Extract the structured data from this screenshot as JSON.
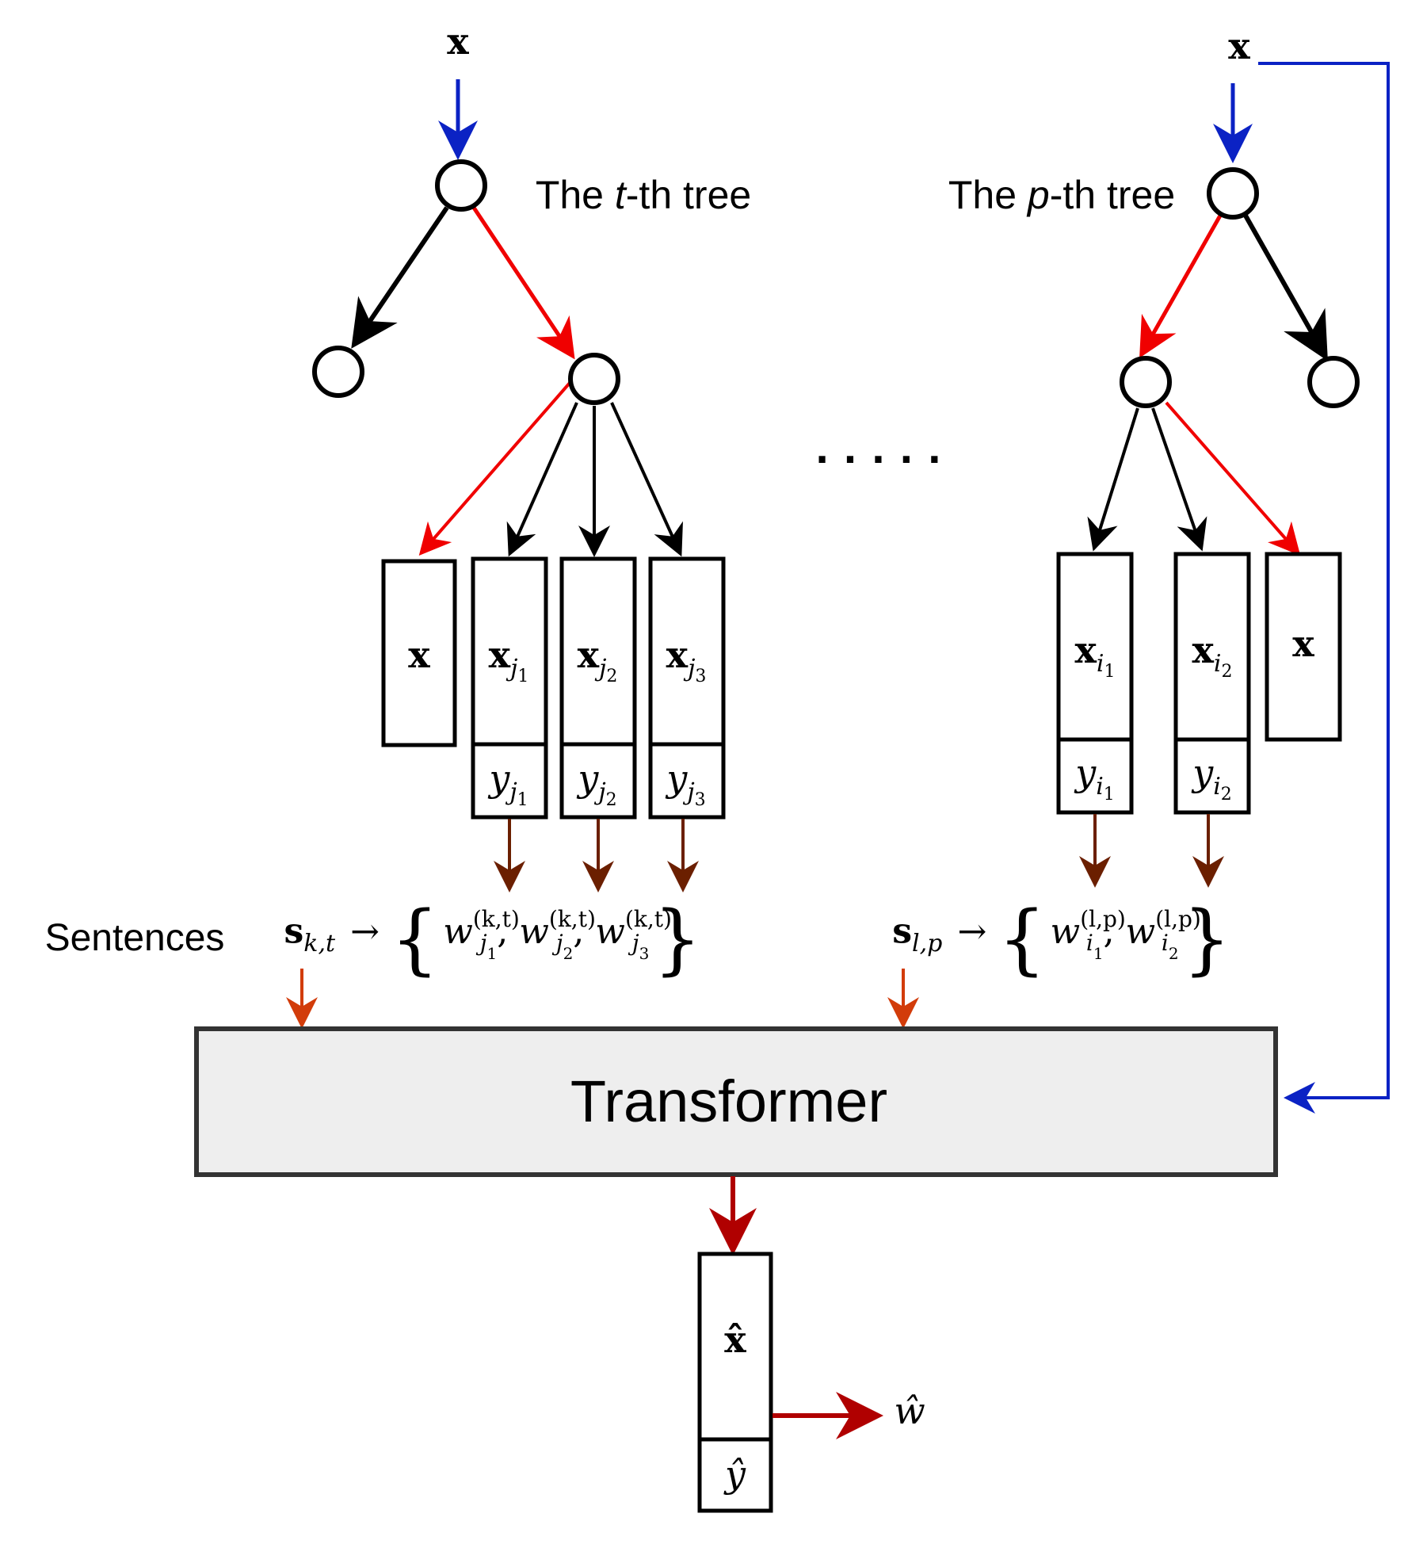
{
  "input_left": "x",
  "input_right": "x",
  "tree_t_label": {
    "pre": "The ",
    "var": "t",
    "post": "-th tree"
  },
  "tree_p_label": {
    "pre": "The ",
    "var": "p",
    "post": "-th tree"
  },
  "ellipsis": "· · · · ·",
  "boxes_t": {
    "x_plain": "x",
    "items": [
      {
        "vec": "x",
        "sub": "j",
        "subsub": "1",
        "y": "y"
      },
      {
        "vec": "x",
        "sub": "j",
        "subsub": "2",
        "y": "y"
      },
      {
        "vec": "x",
        "sub": "j",
        "subsub": "3",
        "y": "y"
      }
    ]
  },
  "boxes_p": {
    "x_plain": "x",
    "items": [
      {
        "vec": "x",
        "sub": "i",
        "subsub": "1",
        "y": "y"
      },
      {
        "vec": "x",
        "sub": "i",
        "subsub": "2",
        "y": "y"
      }
    ]
  },
  "sentences_label": "Sentences",
  "sentence_t": {
    "s": "s",
    "sub": "k,t",
    "w": "w",
    "sup": "(k,t)",
    "idx": "j",
    "subs": [
      "1",
      "2",
      "3"
    ]
  },
  "sentence_p": {
    "s": "s",
    "sub": "l,p",
    "w": "w",
    "sup": "(l,p)",
    "idx": "i",
    "subs": [
      "1",
      "2"
    ]
  },
  "transformer": "Transformer",
  "output": {
    "xhat": "x̂",
    "yhat": "ŷ",
    "what": "ŵ"
  },
  "colors": {
    "blue": "#0b22c4",
    "red": "#f00000",
    "black": "#000000",
    "brown": "#6b1f00",
    "orange_red": "#d23c0a",
    "dark_red": "#b00000",
    "transformer_fill": "#eeeeee",
    "transformer_stroke": "#333333"
  }
}
